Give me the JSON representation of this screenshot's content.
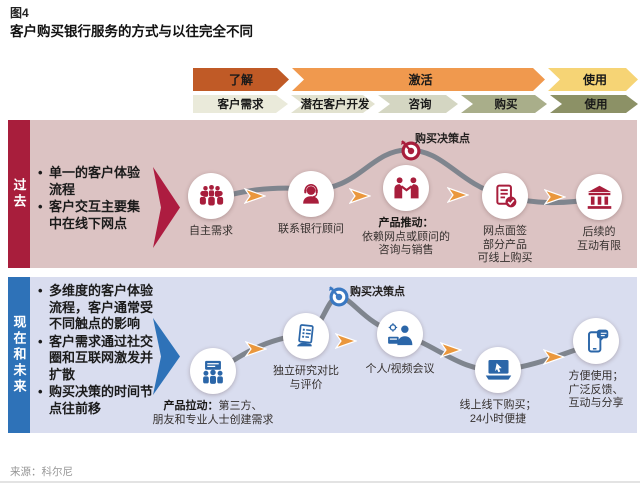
{
  "figure": {
    "tag": "图4",
    "title": "客户购买银行服务的方式与以往完全不同",
    "source": "来源：科尔尼"
  },
  "colors": {
    "past_accent": "#a81e3c",
    "past_band_bg": "#dcc3c3",
    "future_accent": "#2e72b8",
    "future_band_bg": "#d9ddef",
    "orange_arrow": "#ea973d",
    "journey_path_gray": "#7f858e",
    "stage_top": [
      "#c05a26",
      "#f0994e",
      "#f6d475"
    ],
    "stage_bottom": [
      "#eaeada",
      "#e2e2cf",
      "#d4d6c2",
      "#a9ae8a",
      "#8c9166"
    ]
  },
  "stage_top": [
    {
      "label": "了解"
    },
    {
      "label": "激活"
    },
    {
      "label": "使用"
    }
  ],
  "stage_bottom": [
    {
      "label": "客户需求"
    },
    {
      "label": "潜在客户开发"
    },
    {
      "label": "咨询"
    },
    {
      "label": "购买"
    },
    {
      "label": "使用"
    }
  ],
  "past": {
    "band_label": "过去",
    "bullets": [
      "单一的客户体验流程",
      "客户交互主要集中在线下网点"
    ],
    "decision_label": "购买决策点",
    "decision_icon": "dart-target-icon",
    "nodes": [
      {
        "icon": "crowd-icon",
        "lines": [
          "自主需求"
        ]
      },
      {
        "icon": "advisor-headset-icon",
        "lines": [
          "联系银行顾问"
        ]
      },
      {
        "icon": "handshake-people-icon",
        "bold": "产品推动：",
        "lines": [
          "依赖网点或顾问的",
          "咨询与销售"
        ]
      },
      {
        "icon": "contract-check-icon",
        "lines": [
          "网点面签",
          "部分产品",
          "可线上购买"
        ]
      },
      {
        "icon": "bank-building-icon",
        "lines": [
          "后续的",
          "互动有限"
        ]
      }
    ]
  },
  "future": {
    "band_label": "现在和未来",
    "bullets": [
      "多维度的客户体验流程，客户通常受不同触点的影响",
      "客户需求通过社交圈和互联网激发并扩散",
      "购买决策的时间节点往前移"
    ],
    "decision_label": "购买决策点",
    "decision_icon": "dart-target-icon",
    "nodes": [
      {
        "icon": "crowd-screen-icon",
        "bold": "产品拉动：",
        "bold_suffix": "第三方、",
        "lines": [
          "朋友和专业人士创建需求"
        ]
      },
      {
        "icon": "survey-doc-icon",
        "lines": [
          "独立研究对比",
          "与评价"
        ]
      },
      {
        "icon": "video-meeting-icon",
        "lines": [
          "个人/视频会议"
        ]
      },
      {
        "icon": "laptop-cursor-icon",
        "lines": [
          "线上线下购买；",
          "24小时便捷"
        ]
      },
      {
        "icon": "phone-chat-icon",
        "lines": [
          "方便使用；",
          "广泛反馈、",
          "互动与分享"
        ]
      }
    ]
  }
}
